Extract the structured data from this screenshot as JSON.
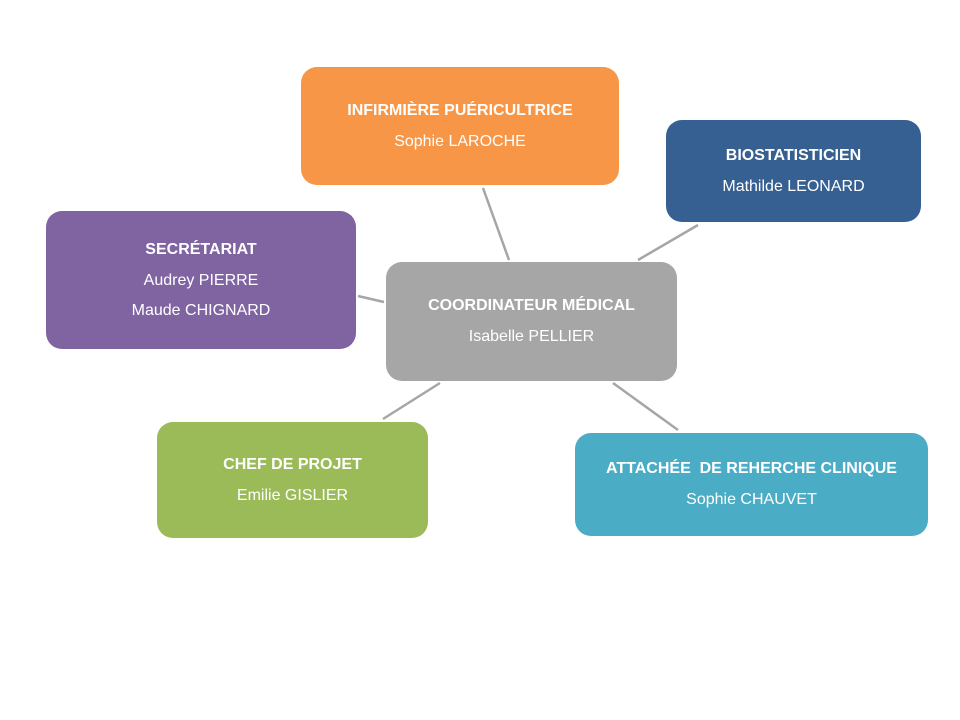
{
  "colors": {
    "coordinator": "#a6a6a6",
    "nurse": "#f79646",
    "biostat": "#366092",
    "secretariat": "#8064a2",
    "project": "#9bbb59",
    "research": "#4bacc6",
    "connector": "#a6a6a6"
  },
  "nodes": {
    "coordinator": {
      "title": "COORDINATEUR MÉDICAL",
      "people": [
        "Isabelle PELLIER"
      ]
    },
    "nurse": {
      "title": "INFIRMIÈRE PUÉRICULTRICE",
      "people": [
        "Sophie LAROCHE"
      ]
    },
    "biostat": {
      "title": "BIOSTATISTICIEN",
      "people": [
        "Mathilde LEONARD"
      ]
    },
    "secretariat": {
      "title": "SECRÉTARIAT",
      "people": [
        "Audrey PIERRE",
        "Maude CHIGNARD"
      ]
    },
    "project": {
      "title": "CHEF DE PROJET",
      "people": [
        "Emilie GISLIER"
      ]
    },
    "research": {
      "title": "ATTACHÉE  DE REHERCHE CLINIQUE",
      "people": [
        "Sophie CHAUVET"
      ]
    }
  }
}
